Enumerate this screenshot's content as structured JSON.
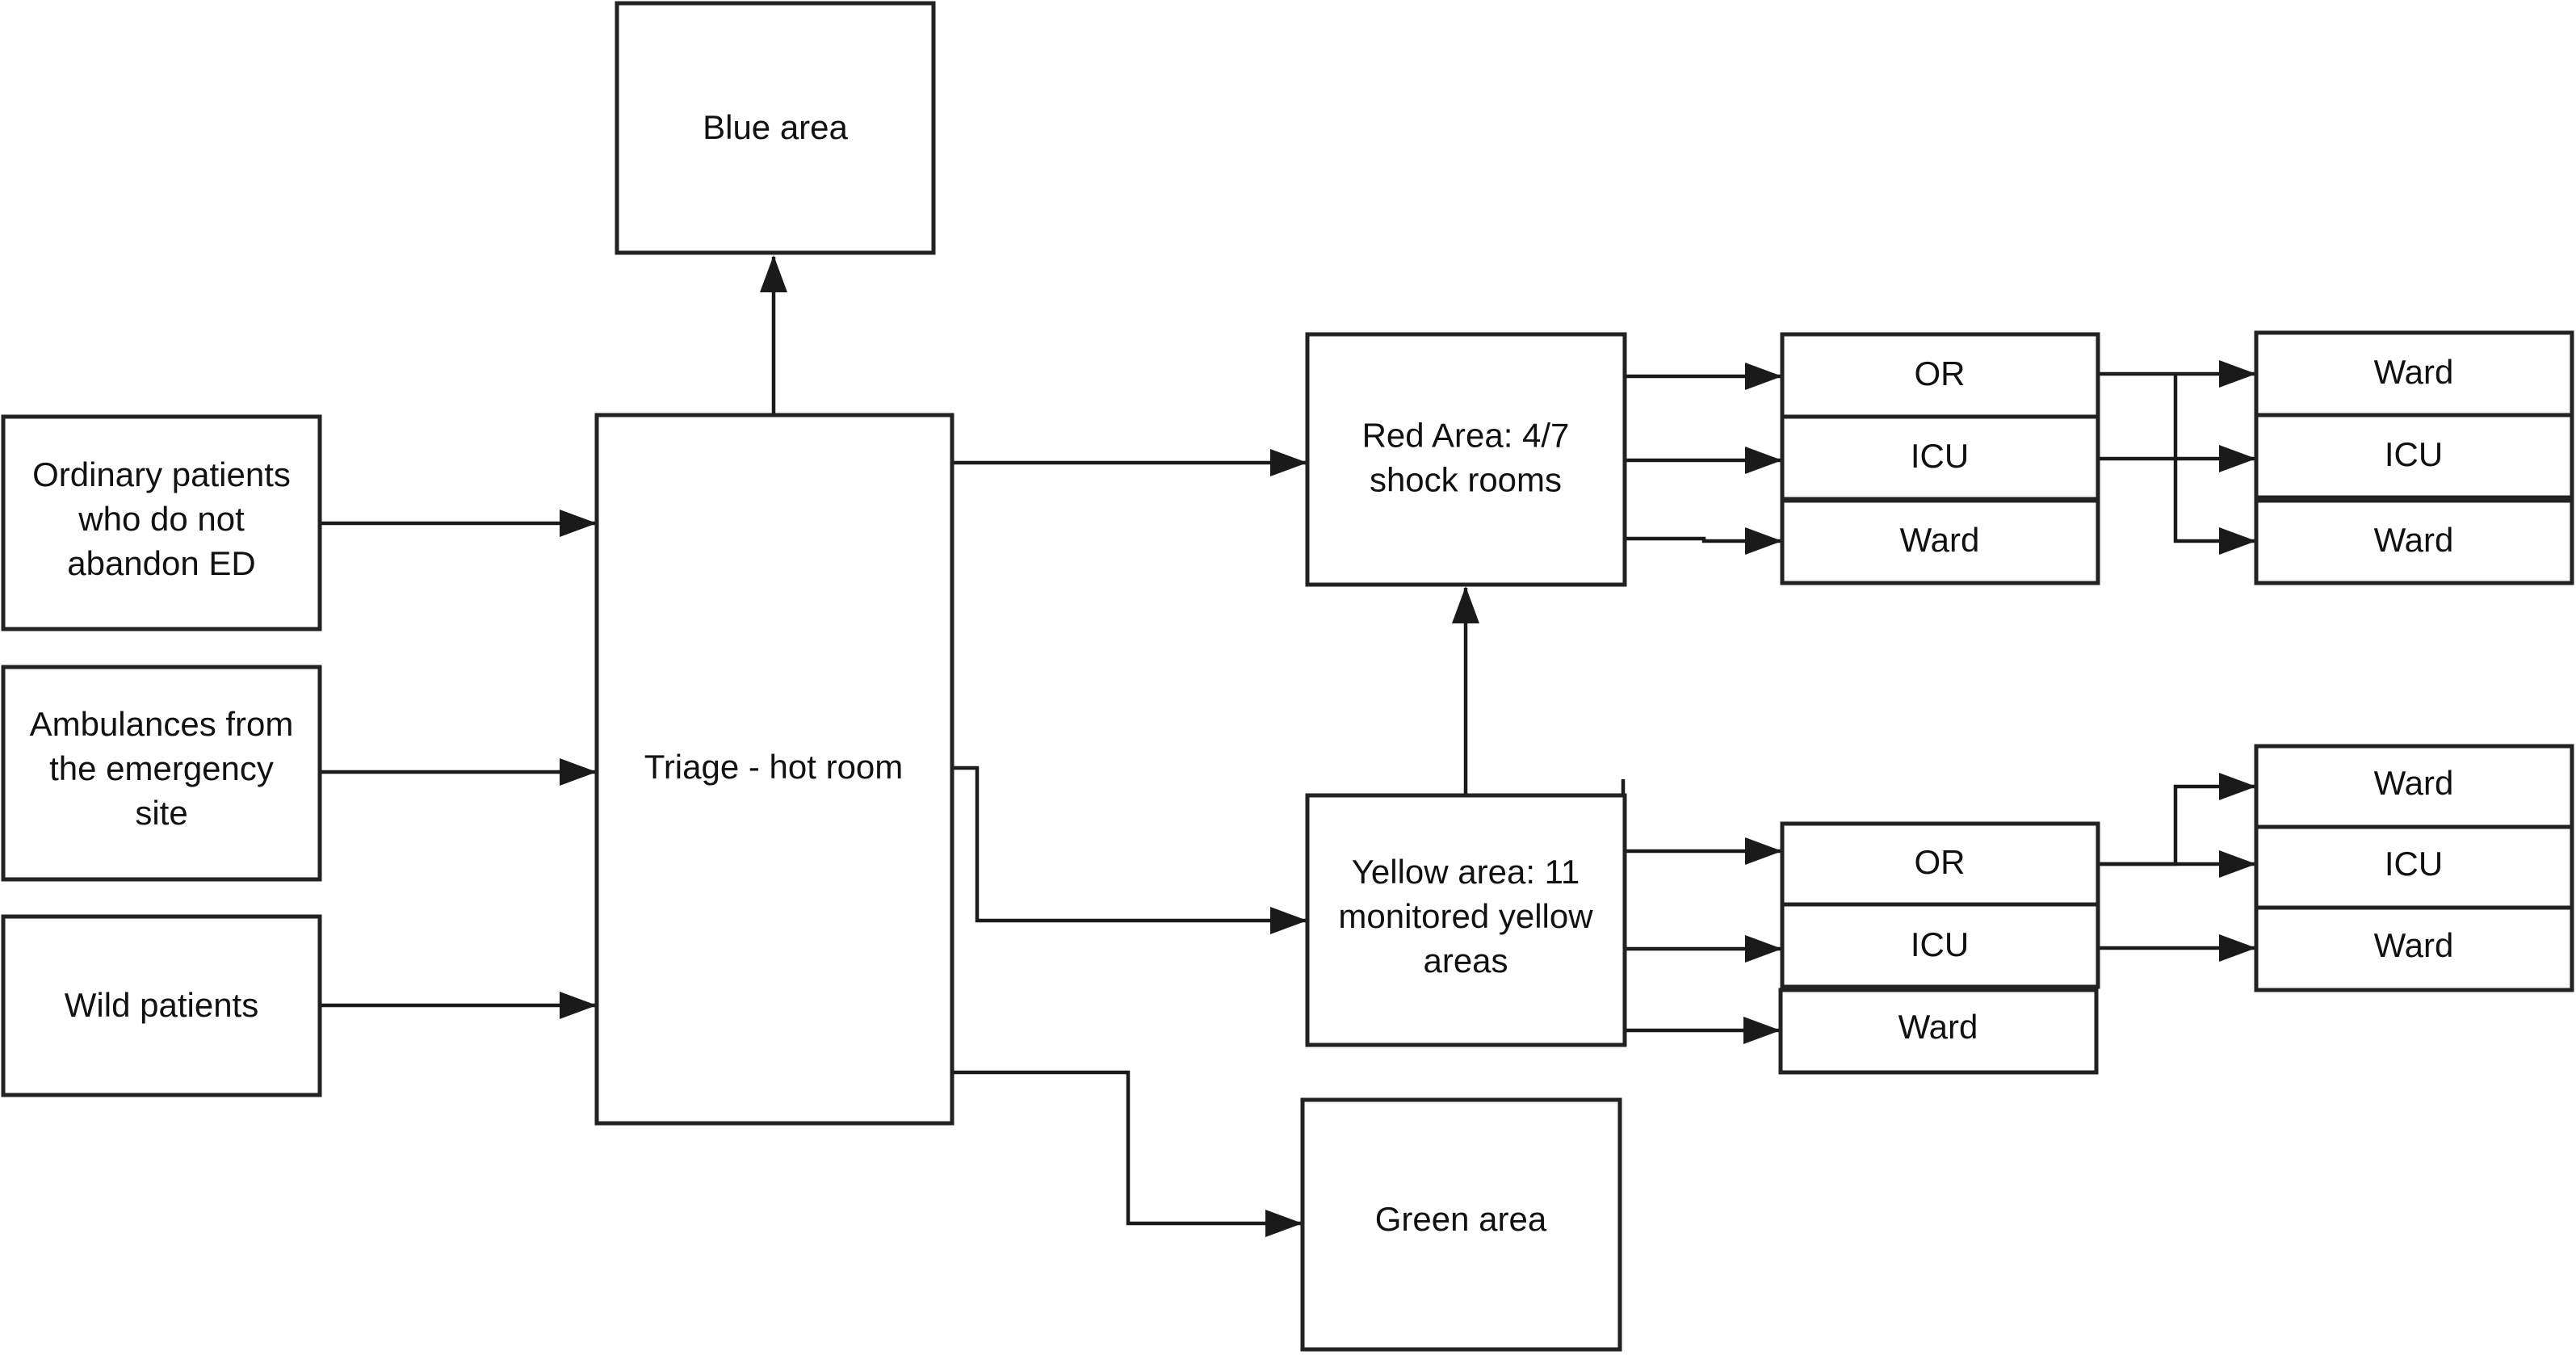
{
  "nodes": {
    "blue_area": [
      "Blue area"
    ],
    "ordinary_patients": [
      "Ordinary patients",
      "who do not",
      "abandon ED"
    ],
    "ambulances": [
      "Ambulances from",
      "the emergency",
      "site"
    ],
    "wild_patients": [
      "Wild patients"
    ],
    "triage": [
      "Triage - hot room"
    ],
    "red_area": [
      "Red Area: 4/7",
      "shock rooms"
    ],
    "yellow_area": [
      "Yellow area: 11",
      "monitored yellow",
      "areas"
    ],
    "green_area": [
      "Green area"
    ],
    "red_or": [
      "OR"
    ],
    "red_icu": [
      "ICU"
    ],
    "red_ward": [
      "Ward"
    ],
    "red_or_ward": [
      "Ward"
    ],
    "red_or_icu": [
      "ICU"
    ],
    "red_or_ward2": [
      "Ward"
    ],
    "yellow_or": [
      "OR"
    ],
    "yellow_icu": [
      "ICU"
    ],
    "yellow_ward": [
      "Ward"
    ],
    "yellow_or_ward": [
      "Ward"
    ],
    "yellow_or_icu": [
      "ICU"
    ],
    "yellow_icu_ward": [
      "Ward"
    ]
  },
  "colors": {
    "stroke": "#222222",
    "text": "#111111",
    "background": "#ffffff"
  }
}
